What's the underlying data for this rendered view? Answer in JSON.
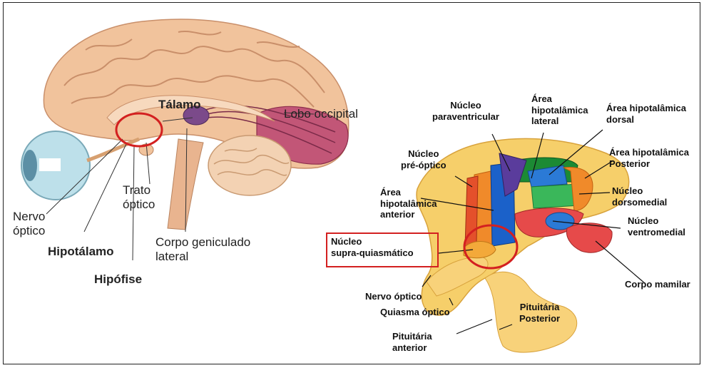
{
  "left_panel": {
    "talamo": "Tálamo",
    "lobo_occipital": "Lobo occipital",
    "trato_optico": [
      "Trato",
      "óptico"
    ],
    "nervo_optico": [
      "Nervo",
      "óptico"
    ],
    "hipotalamo": "Hipotálamo",
    "hipofise": "Hipófise",
    "corpo_geniculado": [
      "Corpo geniculado",
      "lateral"
    ]
  },
  "right_panel": {
    "nucleo_paraventricular": [
      "Núcleo",
      "paraventricular"
    ],
    "area_hip_lateral": [
      "Área",
      "hipotalâmica",
      "lateral"
    ],
    "area_hip_dorsal": [
      "Área hipotalâmica",
      "dorsal"
    ],
    "nucleo_pre_optico": [
      "Núcleo",
      "pré-óptico"
    ],
    "area_hip_posterior": [
      "Área hipotalâmica",
      "Posterior"
    ],
    "area_hip_anterior": [
      "Área",
      "hipotalâmica",
      "anterior"
    ],
    "nucleo_dorsomedial": [
      "Núcleo",
      "dorsomedial"
    ],
    "nucleo_ventromedial": [
      "Núcleo",
      "ventromedial"
    ],
    "nucleo_supra": [
      "Núcleo",
      "supra-quiasmático"
    ],
    "corpo_mamilar": "Corpo mamilar",
    "nervo_optico": "Nervo óptico",
    "quiasma_optico": "Quiasma óptico",
    "pituitaria_posterior": [
      "Pituitária",
      "Posterior"
    ],
    "pituitaria_anterior": [
      "Pituitária",
      "anterior"
    ]
  },
  "colors": {
    "highlight": "#d32020",
    "brain": "#f1c39c",
    "hypothalamus_base": "#f6cf6a"
  }
}
